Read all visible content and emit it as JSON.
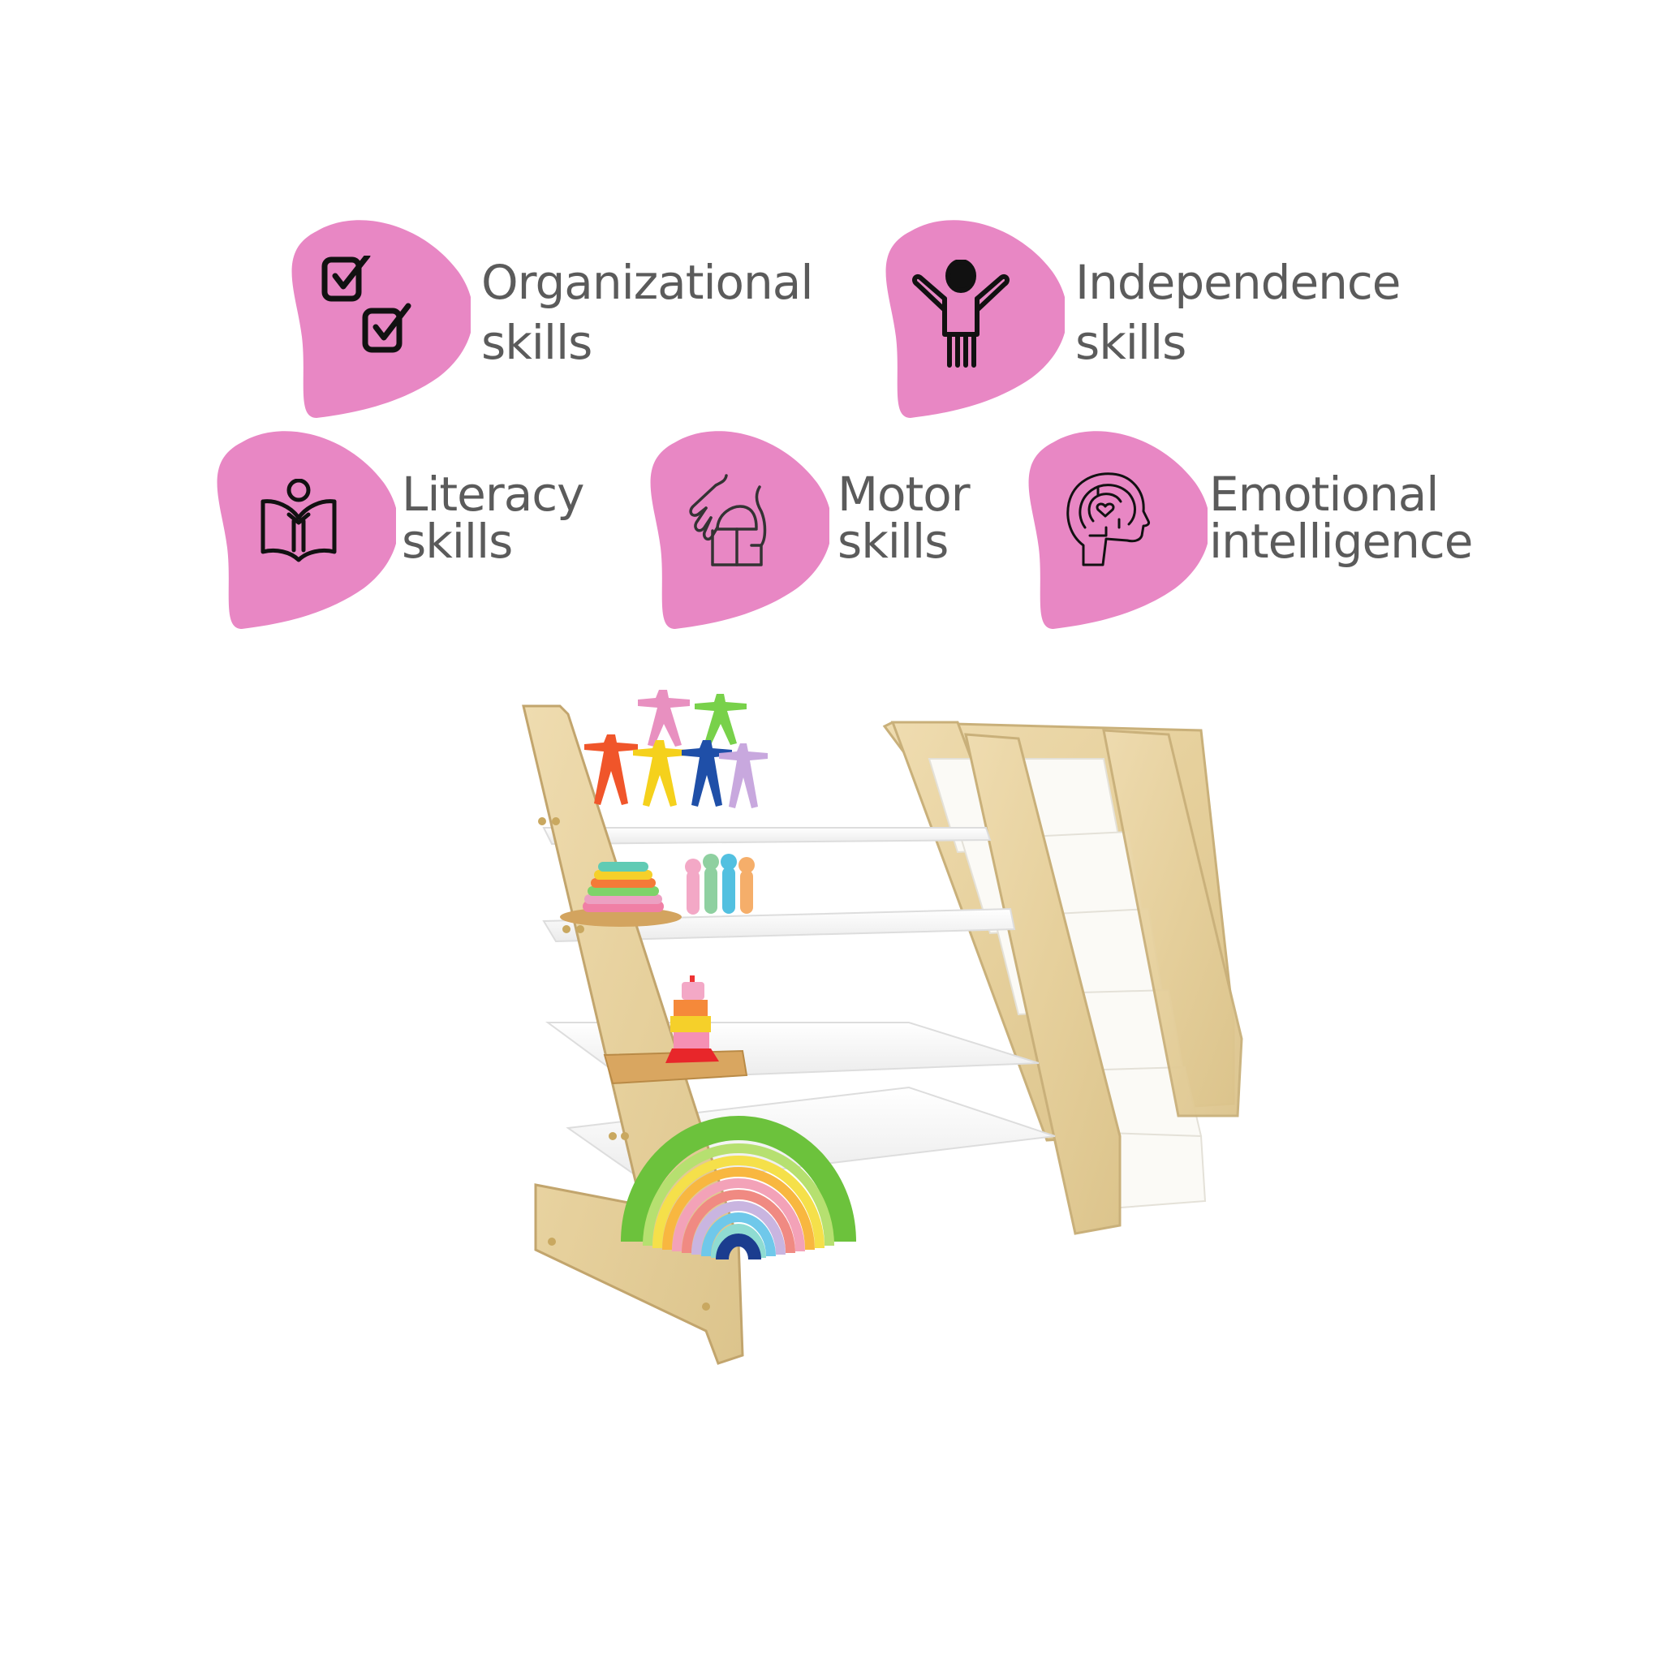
{
  "theme": {
    "blob_color": "#e887c4",
    "text_color": "#5b5b5b",
    "icon_stroke": "#111111",
    "background": "#ffffff"
  },
  "features": [
    {
      "id": "organizational",
      "line1": "Organizational",
      "line2": "skills",
      "icon": "checklist-icon"
    },
    {
      "id": "independence",
      "line1": "Independence",
      "line2": "skills",
      "icon": "child-arms-raised-icon"
    },
    {
      "id": "literacy",
      "line1": "Literacy",
      "line2": "skills",
      "icon": "reader-with-book-icon"
    },
    {
      "id": "motor",
      "line1": "Motor",
      "line2": "skills",
      "icon": "hand-grasping-block-icon"
    },
    {
      "id": "emotional",
      "line1": "Emotional",
      "line2": "intelligence",
      "icon": "head-heart-maze-icon"
    }
  ],
  "product": {
    "name": "wooden-bookshelf-with-toys",
    "items": [
      "balancing-figures",
      "stacking-rings",
      "peg-dolls",
      "shape-sorter-stacker",
      "rainbow-stacker",
      "fabric-book-slings"
    ]
  }
}
